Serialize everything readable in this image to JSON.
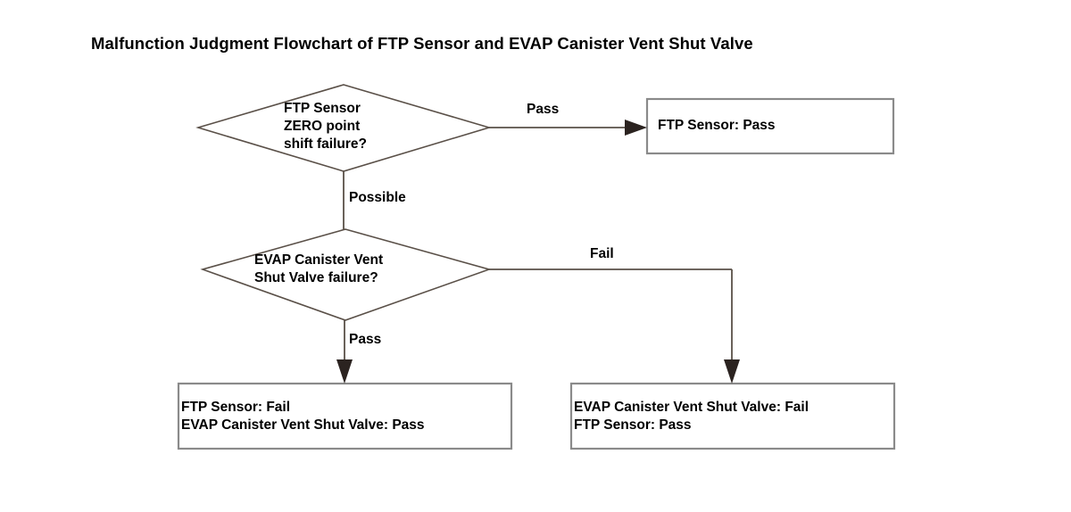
{
  "title": "Malfunction Judgment Flowchart of FTP Sensor and EVAP Canister Vent Shut Valve",
  "colors": {
    "background": "#ffffff",
    "stroke": "#5a5048",
    "box_border": "#8a8a8a",
    "text": "#000000",
    "arrowhead": "#2b2320"
  },
  "nodes": {
    "decision_1": {
      "shape": "diamond",
      "text": "FTP Sensor\nZERO point\nshift failure?"
    },
    "decision_2": {
      "shape": "diamond",
      "text": "EVAP Canister Vent\nShut Valve failure?"
    },
    "result_1": {
      "shape": "box",
      "text": "FTP Sensor: Pass"
    },
    "result_2": {
      "shape": "box",
      "text": "FTP Sensor: Fail\nEVAP Canister Vent Shut Valve: Pass"
    },
    "result_3": {
      "shape": "box",
      "text": "EVAP Canister Vent Shut Valve: Fail\nFTP Sensor: Pass"
    }
  },
  "edges": {
    "decision1_to_result1": "Pass",
    "decision1_to_decision2": "Possible",
    "decision2_to_result2": "Pass",
    "decision2_to_result3": "Fail"
  }
}
